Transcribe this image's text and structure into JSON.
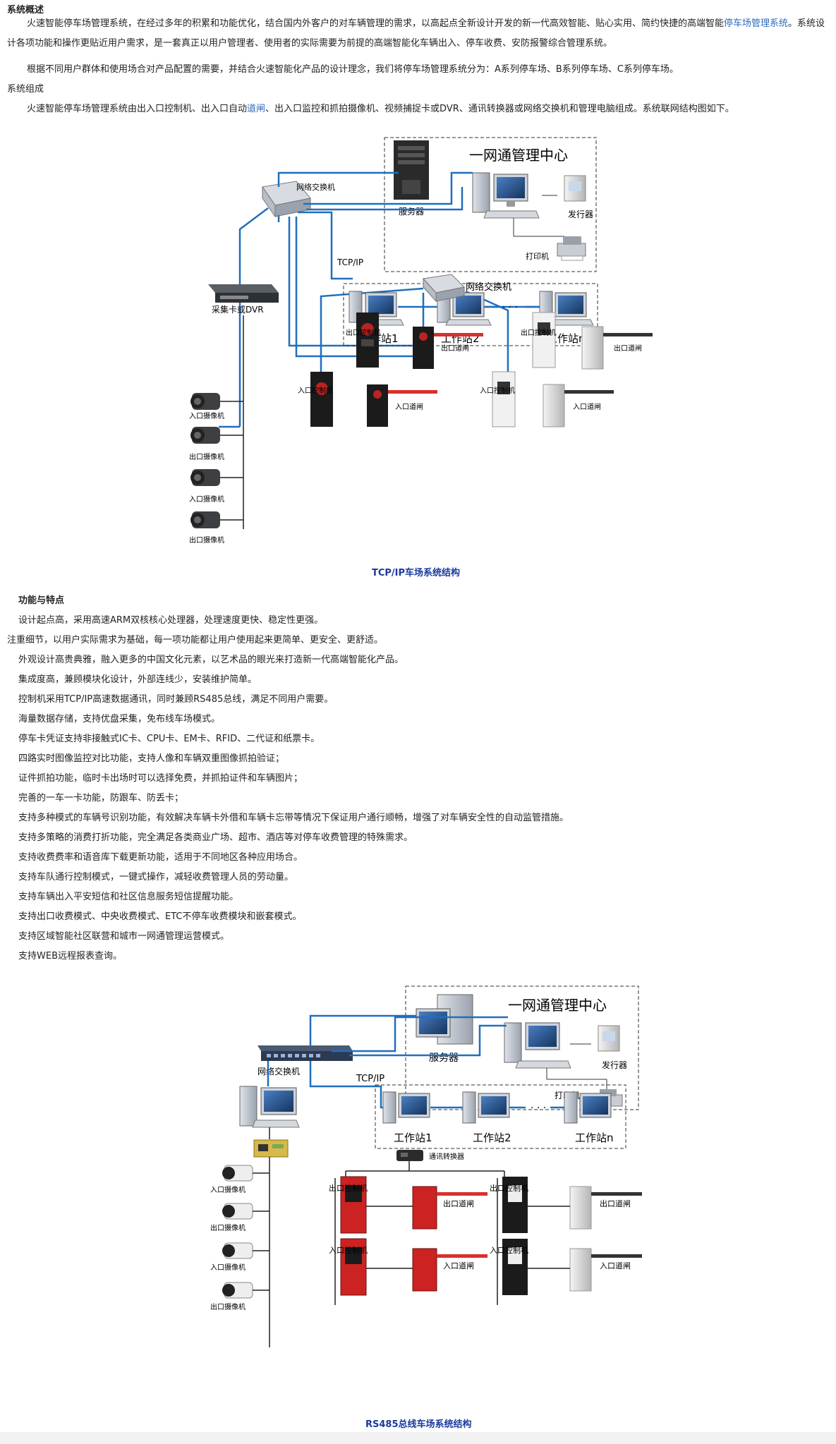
{
  "overview": {
    "heading": "系统概述",
    "p1_a": "火速智能停车场管理系统，在经过多年的积累和功能优化，结合国内外客户的对车辆管理的需求，以高起点全新设计开发的新一代高效智能、贴心实用、简约快捷的高端智能",
    "p1_link": "停车场管理系统",
    "p1_b": "。系统设计各项功能和操作更贴近用户需求，是一套真正以用户管理者、使用者的实际需要为前提的高端智能化车辆出入、停车收费、安防报警综合管理系统。",
    "p2": "根据不同用户群体和使用场合对产品配置的需要，并结合火速智能化产品的设计理念，我们将停车场管理系统分为：A系列停车场、B系列停车场、C系列停车场。"
  },
  "composition": {
    "heading": "系统组成",
    "p_a": "火速智能停车场管理系统由出入口控制机、出入口自动",
    "p_link": "道闸",
    "p_b": "、出入口监控和抓拍摄像机、视频捕捉卡或DVR、通讯转换器或网络交换机和管理电脑组成。系统联网结构图如下。"
  },
  "diagram1": {
    "center_title": "一网通管理中心",
    "server": "服务器",
    "issuer": "发行器",
    "printer": "打印机",
    "switch_main": "网络交换机",
    "tcpip": "TCP/IP",
    "dvr": "采集卡或DVR",
    "ws1": "工作站1",
    "ws2": "工作站2",
    "wsn": "工作站n",
    "switch_sub": "网络交换机",
    "cams": [
      "入口摄像机",
      "出口摄像机",
      "入口摄像机",
      "出口摄像机"
    ],
    "ctrl_exit": "出口控制机",
    "ctrl_entry": "入口控制机",
    "gate_exit": "出口道闸",
    "gate_entry": "入口道闸",
    "caption": "TCP/IP车场系统结构"
  },
  "features": {
    "heading": "功能与特点",
    "items": [
      "设计起点高，采用高速ARM双核核心处理器，处理速度更快、稳定性更强。",
      "注重细节，以用户实际需求为基础，每一项功能都让用户使用起来更简单、更安全、更舒适。",
      "外观设计高贵典雅，融入更多的中国文化元素，以艺术品的眼光来打造新一代高端智能化产品。",
      "集成度高，兼顾模块化设计，外部连线少，安装维护简单。",
      "控制机采用TCP/IP高速数据通讯，同时兼顾RS485总线，满足不同用户需要。",
      "海量数据存储，支持优盘采集，免布线车场模式。",
      "停车卡凭证支持非接触式IC卡、CPU卡、EM卡、RFID、二代证和纸票卡。",
      "四路实时图像监控对比功能，支持人像和车辆双重图像抓拍验证；",
      "证件抓拍功能，临时卡出场时可以选择免费，并抓拍证件和车辆图片；",
      "完善的一车一卡功能，防跟车、防丢卡；",
      "支持多种模式的车辆号识别功能，有效解决车辆卡外借和车辆卡忘带等情况下保证用户通行顺畅，增强了对车辆安全性的自动监管措施。",
      "支持多策略的消费打折功能，完全满足各类商业广场、超市、酒店等对停车收费管理的特殊需求。",
      "支持收费费率和语音库下载更新功能，适用于不同地区各种应用场合。",
      "支持车队通行控制模式，一键式操作，减轻收费管理人员的劳动量。",
      "支持车辆出入平安短信和社区信息服务短信提醒功能。",
      "支持出口收费模式、中央收费模式、ETC不停车收费模块和嵌套模式。",
      "支持区域智能社区联营和城市一网通管理运营模式。",
      "支持WEB远程报表查询。"
    ]
  },
  "diagram2": {
    "center_title": "一网通管理中心",
    "server": "服务器",
    "issuer": "发行器",
    "printer": "打印机",
    "switch_main": "网络交换机",
    "tcpip": "TCP/IP",
    "ws1": "工作站1",
    "ws2": "工作站2",
    "wsn": "工作站n",
    "converter": "通讯转换器",
    "cams": [
      "入口摄像机",
      "出口摄像机",
      "入口摄像机",
      "出口摄像机"
    ],
    "ctrl_exit": "出口控制机",
    "ctrl_entry": "入口控制机",
    "gate_exit": "出口道闸",
    "gate_entry": "入口道闸",
    "caption": "RS485总线车场系统结构"
  },
  "colors": {
    "link": "#2c6dbd",
    "wire": "#1f6fbf",
    "caption": "#1a3a9c",
    "barrier_red": "#d9302b"
  }
}
